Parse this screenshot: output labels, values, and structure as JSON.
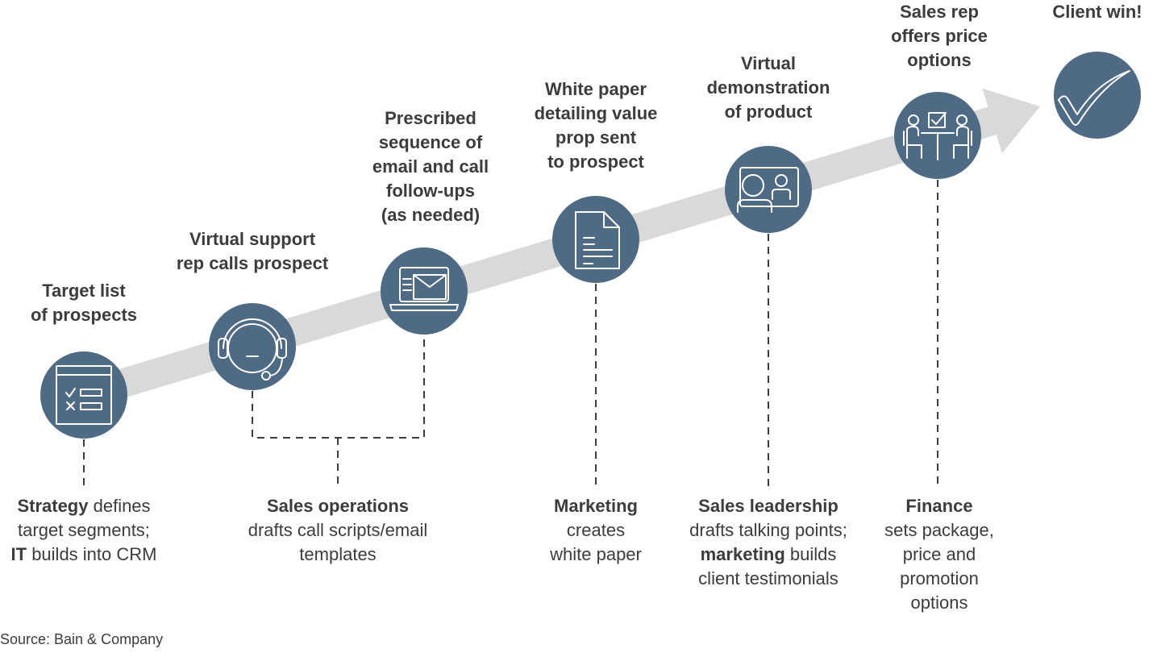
{
  "colors": {
    "circle": "#4f6a84",
    "arrow": "#d9d9d9",
    "icon_stroke": "#ffffff",
    "text": "#3c3c3c",
    "dash": "#3c3c3c"
  },
  "steps": [
    {
      "title": [
        "Target list",
        "of prospects"
      ],
      "icon": "checklist-icon"
    },
    {
      "title": [
        "Virtual support",
        "rep calls prospect"
      ],
      "icon": "headset-icon"
    },
    {
      "title": [
        "Prescribed",
        "sequence of",
        "email and call",
        "follow-ups",
        "(as needed)"
      ],
      "icon": "laptop-email-icon"
    },
    {
      "title": [
        "White paper",
        "detailing value",
        "prop sent",
        "to prospect"
      ],
      "icon": "document-icon"
    },
    {
      "title": [
        "Virtual",
        "demonstration",
        "of product"
      ],
      "icon": "video-call-icon"
    },
    {
      "title": [
        "Sales rep",
        "offers price",
        "options"
      ],
      "icon": "meeting-table-icon"
    },
    {
      "title": [
        "Client win!"
      ],
      "icon": "checkmark-icon"
    }
  ],
  "owners": [
    {
      "lines": [
        [
          {
            "t": "Strategy",
            "b": true
          },
          {
            "t": " defines",
            "b": false
          }
        ],
        [
          {
            "t": "target segments;",
            "b": false
          }
        ],
        [
          {
            "t": "IT",
            "b": true
          },
          {
            "t": " builds into CRM",
            "b": false
          }
        ]
      ]
    },
    {
      "lines": [
        [
          {
            "t": "Sales operations",
            "b": true
          }
        ],
        [
          {
            "t": "drafts call scripts/email",
            "b": false
          }
        ],
        [
          {
            "t": "templates",
            "b": false
          }
        ]
      ]
    },
    {
      "lines": [
        [
          {
            "t": "Marketing",
            "b": true
          }
        ],
        [
          {
            "t": "creates",
            "b": false
          }
        ],
        [
          {
            "t": "white paper",
            "b": false
          }
        ]
      ]
    },
    {
      "lines": [
        [
          {
            "t": "Sales leadership",
            "b": true
          }
        ],
        [
          {
            "t": "drafts talking points;",
            "b": false
          }
        ],
        [
          {
            "t": "marketing",
            "b": true
          },
          {
            "t": " builds",
            "b": false
          }
        ],
        [
          {
            "t": "client testimonials",
            "b": false
          }
        ]
      ]
    },
    {
      "lines": [
        [
          {
            "t": "Finance",
            "b": true
          }
        ],
        [
          {
            "t": "sets package,",
            "b": false
          }
        ],
        [
          {
            "t": "price and",
            "b": false
          }
        ],
        [
          {
            "t": "promotion",
            "b": false
          }
        ],
        [
          {
            "t": "options",
            "b": false
          }
        ]
      ]
    }
  ],
  "source": "Source: Bain & Company"
}
